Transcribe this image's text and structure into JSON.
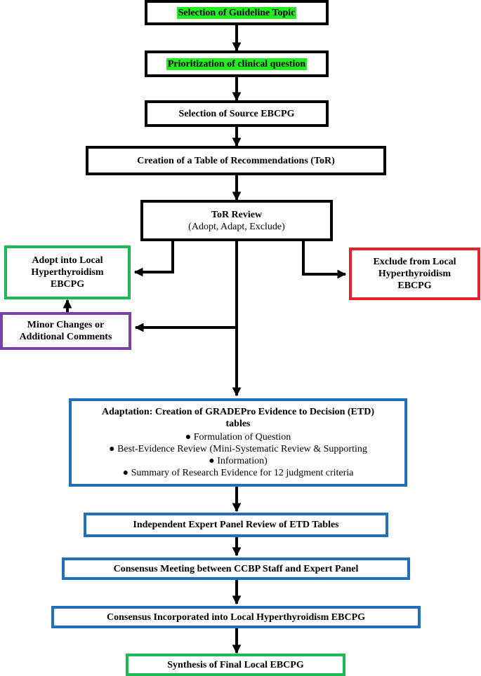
{
  "flow": {
    "topic": "Selection of Guideline Topic",
    "prioritization": "Prioritization of clinical question",
    "source": "Selection of Source EBCPG",
    "tor_creation": "Creation of a Table of Recommendations (ToR)",
    "tor_review": {
      "title": "ToR Review",
      "options": "(Adopt, Adapt, Exclude)"
    },
    "adopt": [
      "Adopt into Local",
      "Hyperthyroidism",
      "EBCPG"
    ],
    "exclude": [
      "Exclude from Local",
      "Hyperthyroidism",
      "EBCPG"
    ],
    "minor": [
      "Minor Changes or",
      "Additional Comments"
    ],
    "adaptation": {
      "title_line1": "Adaptation: Creation of GRADEPro Evidence to Decision (ETD)",
      "title_line2": "tables",
      "bullets": [
        "Formulation of Question",
        "Best-Evidence Review (Mini-Systematic Review & Supporting",
        "Information)",
        "Summary of Research Evidence for 12 judgment criteria"
      ]
    },
    "panel_review": "Independent Expert Panel Review of ETD Tables",
    "consensus_meeting": "Consensus Meeting between CCBP Staff and Expert Panel",
    "consensus_incorporated": "Consensus Incorporated into Local Hyperthyroidism EBCPG",
    "final": "Synthesis of Final Local EBCPG"
  },
  "colors": {
    "default_border": "#000000",
    "highlight": "#22ee22",
    "green_border": "#1db954",
    "red_border": "#e8212b",
    "purple_border": "#7b3fa6",
    "blue_border": "#1f6fba"
  }
}
